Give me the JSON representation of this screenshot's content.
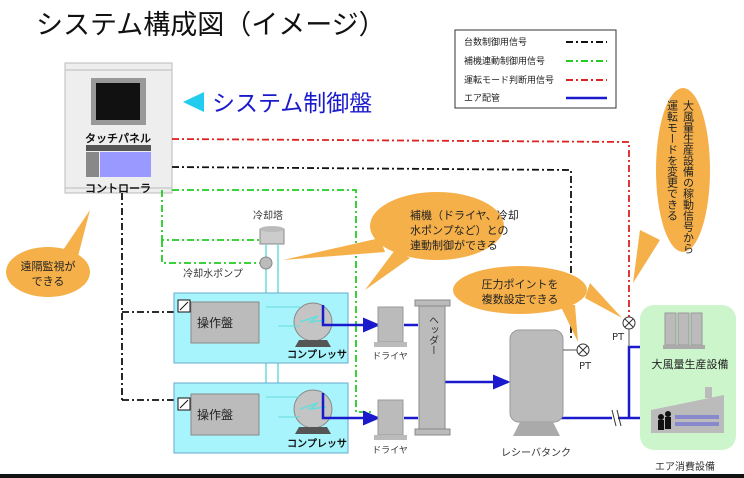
{
  "title": "システム構成図（イメージ）",
  "system_label": "システム制御盤",
  "legend": {
    "items": [
      {
        "label": "台数制御用信号",
        "color": "#111111",
        "style": "dash-dot"
      },
      {
        "label": "補機連動制御用信号",
        "color": "#22cc22",
        "style": "dash-dot"
      },
      {
        "label": "運転モード判断用信号",
        "color": "#dd2222",
        "style": "dash-dot"
      },
      {
        "label": "エア配管",
        "color": "#1a1acc",
        "style": "solid"
      }
    ]
  },
  "control_panel": {
    "touch_panel_label": "タッチパネル",
    "controller_label": "コントローラ"
  },
  "equipment": {
    "cooling_tower": "冷却塔",
    "cooling_pump": "冷却水ポンプ",
    "operation_panel_1": "操作盤",
    "operation_panel_2": "操作盤",
    "compressor_1": "コンプレッサ",
    "compressor_2": "コンプレッサ",
    "dryer_1": "ドライヤ",
    "dryer_2": "ドライヤ",
    "header": "ヘッダー",
    "receiver_tank": "レシーバタンク",
    "pt_1": "PT",
    "pt_2": "PT",
    "large_production": "大風量生産設備",
    "air_consumption": "エア消費設備"
  },
  "callouts": {
    "remote": [
      "遠隔監視が",
      "できる"
    ],
    "auxiliary": [
      "補機（ドライヤ、冷却",
      "水ポンプなど）との",
      "連動制御ができる"
    ],
    "pressure": [
      "圧力ポイントを",
      "複数設定できる"
    ],
    "mode": [
      "大風量生産設備の稼動信号から",
      "運転モードを変更できる"
    ]
  },
  "colors": {
    "callout": "#f5b04a",
    "panel_bg": "#a8f4fc",
    "system_label": "#1a1acc",
    "arrow": "#22ccee",
    "consumer_bg": "#ccf5cc"
  }
}
